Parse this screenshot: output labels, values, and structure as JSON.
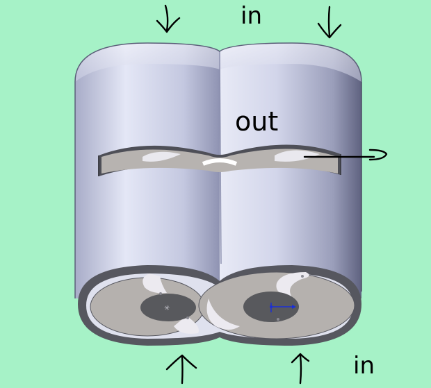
{
  "labels": {
    "in_top": "in",
    "out": "out",
    "in_bottom": "in"
  },
  "colors": {
    "background": "#a6f2c7",
    "housing_light": "#dfe2f2",
    "housing_mid": "#b7bbd6",
    "housing_dark": "#6e7290",
    "rotor_face": "#b4b0ae",
    "hub": "#58595d",
    "ink": "#000000",
    "sketch_mark": "#1a2fd6"
  },
  "icons": {
    "inlet_arrows": "down-arrow-icon",
    "outlet_arrow": "right-arrow-icon",
    "bottom_arrows": "up-arrow-icon"
  }
}
